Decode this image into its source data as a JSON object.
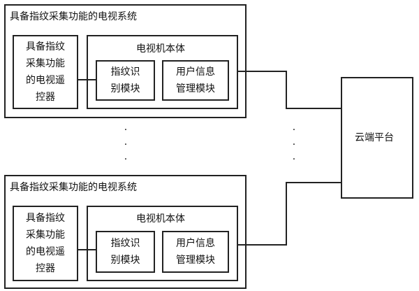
{
  "systems": [
    {
      "title": "具备指纹采集功能的电视系统",
      "remote": "具备指纹\n采集功能\n的电视遥\n控器",
      "tv_body": "电视机本体",
      "fingerprint_module": "指纹识\n别模块",
      "user_info_module": "用户信息\n管理模块"
    },
    {
      "title": "具备指纹采集功能的电视系统",
      "remote": "具备指纹\n采集功能\n的电视遥\n控器",
      "tv_body": "电视机本体",
      "fingerprint_module": "指纹识\n别模块",
      "user_info_module": "用户信息\n管理模块"
    }
  ],
  "cloud": "云端平台",
  "ellipsis_left": "·\n·\n·",
  "ellipsis_right": "·\n·\n·"
}
